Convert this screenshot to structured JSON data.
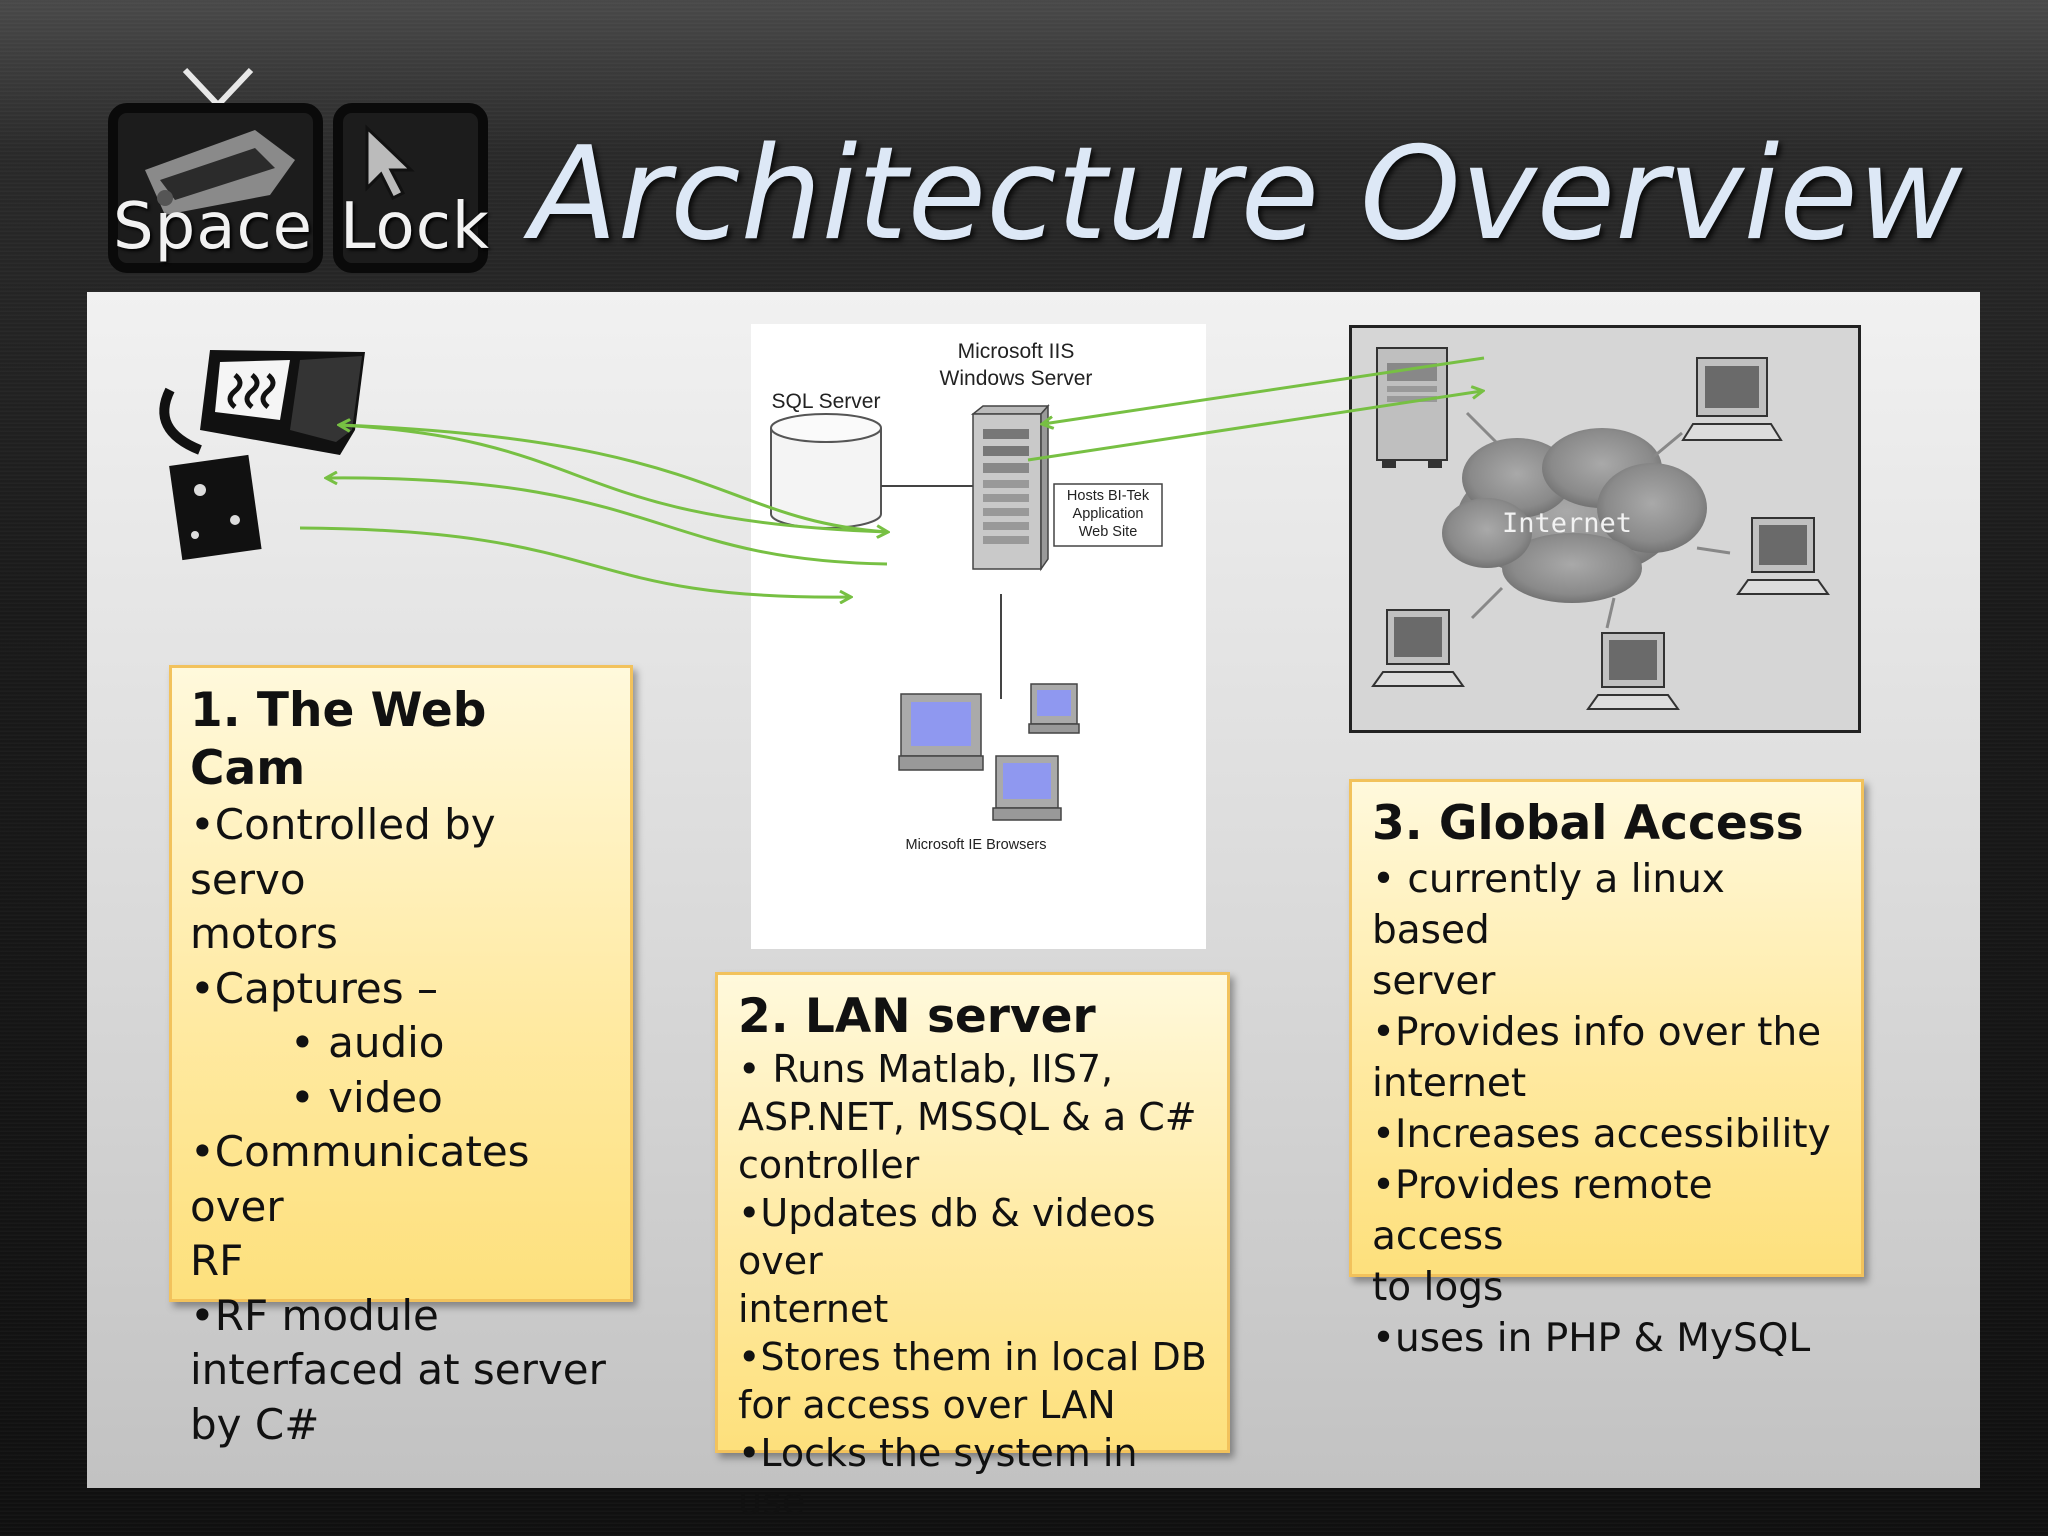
{
  "slide": {
    "title": "Architecture Overview",
    "logo": {
      "left_word": "Space",
      "right_word": "Lock"
    }
  },
  "diagram": {
    "iis_label_line1": "Microsoft IIS",
    "iis_label_line2": "Windows Server",
    "sql_label": "SQL Server",
    "hosts_label_line1": "Hosts BI-Tek",
    "hosts_label_line2": "Application",
    "hosts_label_line3": "Web Site",
    "browsers_label": "Microsoft IE Browsers",
    "internet_label": "Internet",
    "arrow_color": "#77c043"
  },
  "cards": {
    "webcam": {
      "heading": "1. The Web Cam",
      "items": [
        "•Controlled by servo",
        "motors",
        "•Captures –",
        "• audio",
        "• video",
        "•Communicates over",
        "RF",
        "•RF module",
        "interfaced at server",
        "by C#"
      ]
    },
    "lan": {
      "heading": "2. LAN server",
      "items": [
        "• Runs Matlab, IIS7,",
        "ASP.NET, MSSQL & a C#",
        "controller",
        "•Updates db & videos over",
        "internet",
        "•Stores them in local DB",
        "for access over LAN",
        "•Locks the system in use"
      ]
    },
    "global": {
      "heading": "3. Global Access",
      "items": [
        "• currently a linux based",
        "server",
        "•Provides info over the",
        "internet",
        "•Increases accessibility",
        "•Provides remote access",
        "to logs",
        "•uses in PHP & MySQL"
      ]
    }
  }
}
